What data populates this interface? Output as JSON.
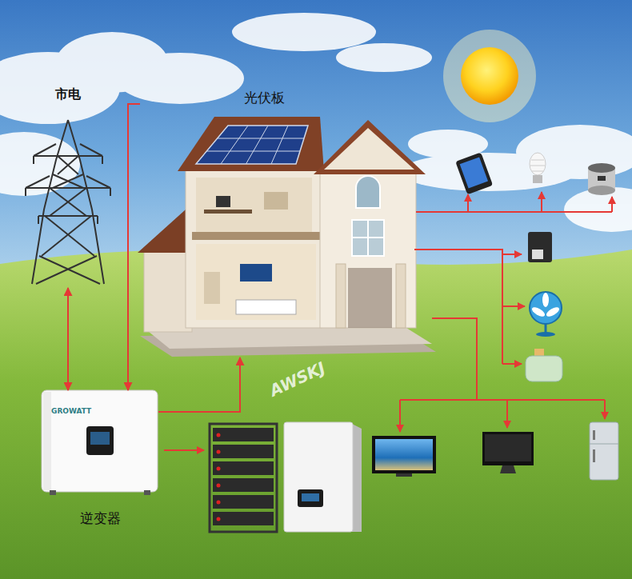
{
  "diagram": {
    "nodes": [
      {
        "text": [
          "市电"
        ]
      },
      {
        "text": [
          "光伏板"
        ]
      },
      {
        "text": [
          "GROWATT",
          "逆变器"
        ]
      }
    ],
    "edges": [
      {
        "from": 0,
        "to": 2,
        "arrow": "both"
      },
      {
        "from": 1,
        "to": 2,
        "arrow": "to"
      },
      {
        "from": 2,
        "to": 1,
        "arrow": "to"
      }
    ],
    "labels": [
      "AWSKJ"
    ]
  }
}
